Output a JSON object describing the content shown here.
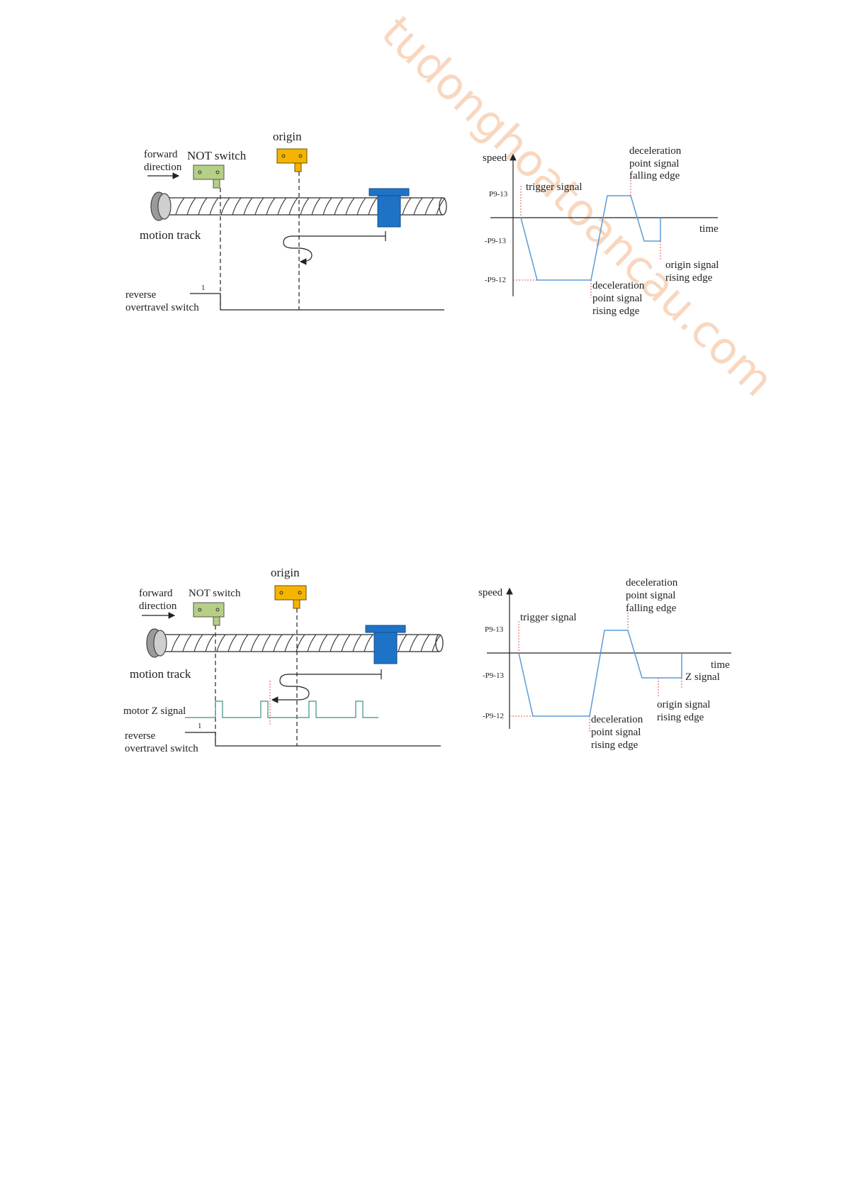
{
  "watermark": "tudonghoatoancau.com",
  "colors": {
    "speed_line": "#5b9bd5",
    "guide_red": "#e05050",
    "switch_green": "#b5cf86",
    "origin_orange": "#f4b400",
    "slider_blue": "#1f73c7",
    "motor_line": "#3b8f86",
    "watermark": "#f6c7a6"
  },
  "diagram1": {
    "origin_label": "origin",
    "forward_line1": "forward",
    "forward_line2": "direction",
    "not_switch_label": "NOT switch",
    "motion_track_label": "motion track",
    "reverse_line1": "reverse",
    "reverse_line2": "overtravel switch",
    "level_one": "1",
    "graph": {
      "speed_label": "speed",
      "time_label": "time",
      "p913_label": "P9-13",
      "neg_p913_label": "-P9-13",
      "neg_p912_label": "-P9-12",
      "trigger_label": "trigger signal",
      "decel_fall_1": "deceleration",
      "decel_fall_2": "point signal",
      "decel_fall_3": "falling edge",
      "decel_rise_1": "deceleration",
      "decel_rise_2": "point signal",
      "decel_rise_3": "rising edge",
      "origin_rise_1": "origin signal",
      "origin_rise_2": "rising edge"
    }
  },
  "diagram2": {
    "origin_label": "origin",
    "forward_line1": "forward",
    "forward_line2": "direction",
    "not_switch_label": "NOT switch",
    "motion_track_label": "motion track",
    "motor_z_label": "motor Z signal",
    "reverse_line1": "reverse",
    "reverse_line2": "overtravel switch",
    "level_one": "1",
    "graph": {
      "speed_label": "speed",
      "time_label": "time",
      "z_signal_label": "Z signal",
      "p913_label": "P9-13",
      "neg_p913_label": "-P9-13",
      "neg_p912_label": "-P9-12",
      "trigger_label": "trigger signal",
      "decel_fall_1": "deceleration",
      "decel_fall_2": "point signal",
      "decel_fall_3": "falling edge",
      "decel_rise_1": "deceleration",
      "decel_rise_2": "point signal",
      "decel_rise_3": "rising edge",
      "origin_rise_1": "origin signal",
      "origin_rise_2": "rising edge"
    }
  }
}
